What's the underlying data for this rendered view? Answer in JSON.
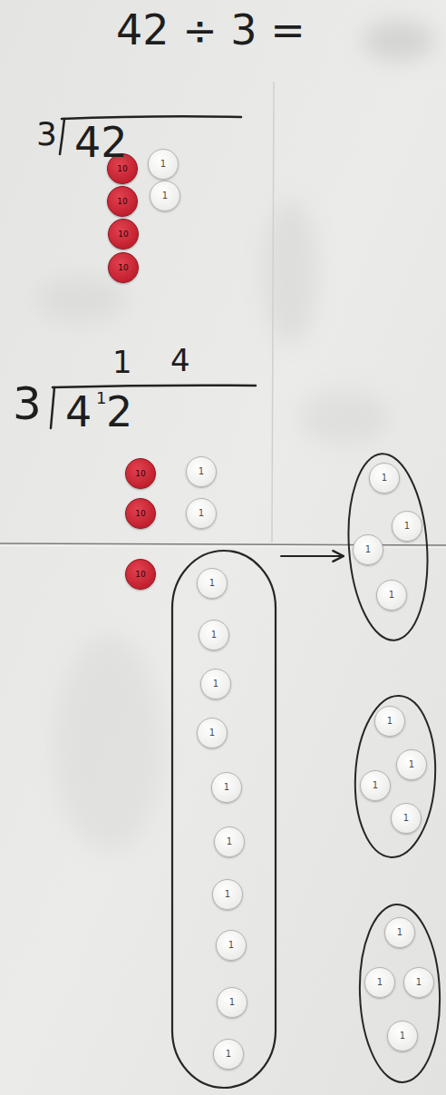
{
  "diagram": {
    "title": "42 ÷ 3 =",
    "nodes": [
      {
        "text": [
          "10"
        ]
      },
      {
        "text": [
          "1"
        ]
      },
      {
        "text": [
          "10"
        ]
      },
      {
        "text": [
          "1"
        ]
      },
      {
        "text": [
          "10"
        ]
      },
      {
        "text": [
          "10"
        ]
      },
      {
        "text": [
          "10"
        ]
      },
      {
        "text": [
          "1"
        ]
      },
      {
        "text": [
          "10"
        ]
      },
      {
        "text": [
          "1"
        ]
      },
      {
        "text": [
          "10"
        ]
      },
      {
        "text": []
      },
      {
        "text": [
          "1"
        ],
        "in": 11
      },
      {
        "text": [
          "1"
        ],
        "in": 11
      },
      {
        "text": [
          "1"
        ],
        "in": 11
      },
      {
        "text": [
          "1"
        ],
        "in": 11
      },
      {
        "text": [
          "1"
        ],
        "in": 11
      },
      {
        "text": [
          "1"
        ],
        "in": 11
      },
      {
        "text": [
          "1"
        ],
        "in": 11
      },
      {
        "text": [
          "1"
        ],
        "in": 11
      },
      {
        "text": [
          "1"
        ],
        "in": 11
      },
      {
        "text": [
          "1"
        ],
        "in": 11
      },
      {
        "text": []
      },
      {
        "text": [
          "1"
        ],
        "in": 22
      },
      {
        "text": [
          "1"
        ],
        "in": 22
      },
      {
        "text": [
          "1"
        ],
        "in": 22
      },
      {
        "text": [
          "1"
        ],
        "in": 22
      },
      {
        "text": []
      },
      {
        "text": [
          "1"
        ],
        "in": 27
      },
      {
        "text": [
          "1"
        ],
        "in": 27
      },
      {
        "text": [
          "1"
        ],
        "in": 27
      },
      {
        "text": [
          "1"
        ],
        "in": 27
      },
      {
        "text": []
      },
      {
        "text": [
          "1"
        ],
        "in": 32
      },
      {
        "text": [
          "1"
        ],
        "in": 32
      },
      {
        "text": [
          "1"
        ],
        "in": 32
      },
      {
        "text": [
          "1"
        ],
        "in": 32
      }
    ],
    "edges": [
      {
        "from": 11,
        "to": 22,
        "arrow": "to"
      }
    ],
    "labels": [
      "3",
      "42",
      "1",
      "4",
      "3",
      "4",
      "1",
      "2"
    ]
  }
}
